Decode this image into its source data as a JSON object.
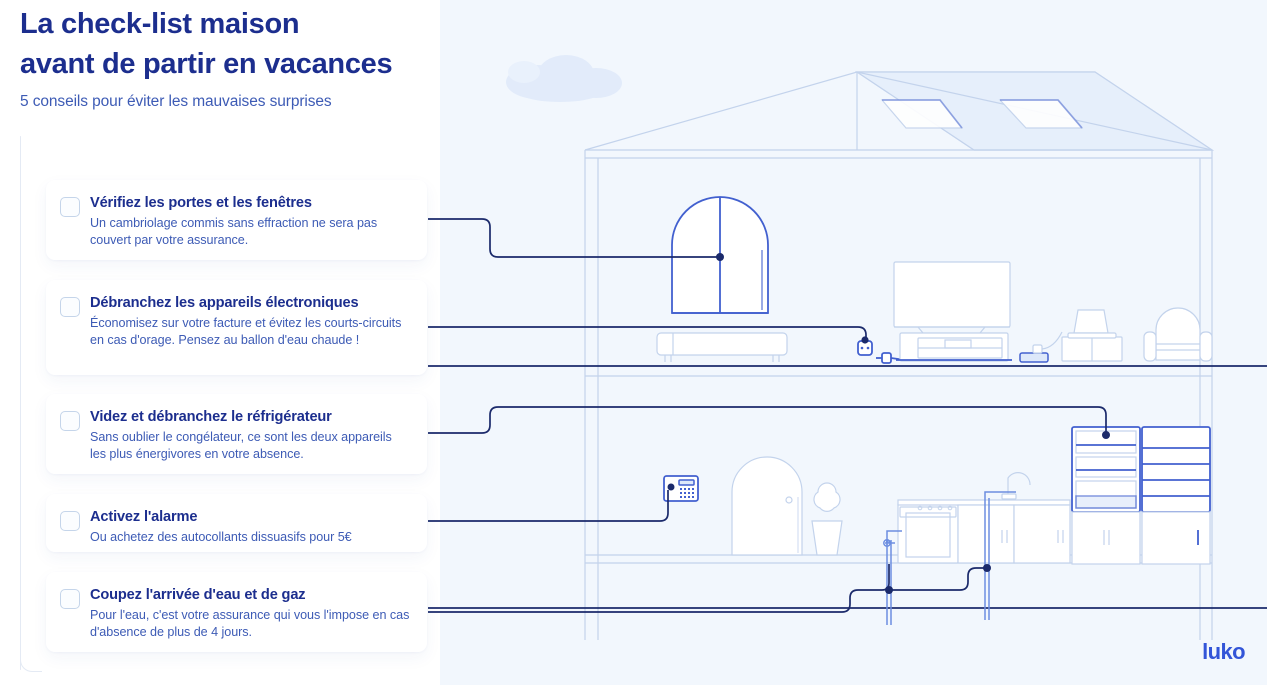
{
  "header": {
    "title_line_1": "La check-list maison",
    "title_line_2": "avant de partir en vacances",
    "subtitle": "5 conseils pour éviter les mauvaises surprises"
  },
  "checklist": {
    "items": [
      {
        "title": "Vérifiez les portes et les fenêtres",
        "description": "Un cambriolage commis sans effraction ne sera pas couvert par votre assurance.",
        "checked": false
      },
      {
        "title": "Débranchez les appareils électroniques",
        "description": "Économisez sur votre facture et évitez les courts-circuits en cas d'orage. Pensez au ballon d'eau chaude !",
        "checked": false
      },
      {
        "title": "Videz et débranchez le réfrigérateur",
        "description": "Sans oublier le congélateur, ce sont les deux appareils les plus énergivores en votre absence.",
        "checked": false
      },
      {
        "title": "Activez l'alarme",
        "description": "Ou achetez des autocollants dissuasifs pour 5€",
        "checked": false
      },
      {
        "title": "Coupez l'arrivée d'eau et de gaz",
        "description": "Pour l'eau, c'est votre assurance qui vous l'impose en cas d'absence de plus de 4 jours.",
        "checked": false
      }
    ]
  },
  "illustration": {
    "scene_label": "house-cutaway-cross-section",
    "elements": [
      "cloud",
      "roof",
      "skylight-left",
      "skylight-right",
      "arched-window",
      "sofa",
      "television",
      "tv-stand",
      "wall-socket",
      "unplugged-plug",
      "power-strip",
      "laptop",
      "desk",
      "armchair",
      "alarm-keypad",
      "front-door",
      "potted-plant",
      "oven",
      "kitchen-sink",
      "kitchen-cabinets",
      "refrigerator",
      "freezer",
      "gas-pipe",
      "gas-valve",
      "water-pipe"
    ]
  },
  "brand": {
    "logo_text": "luko"
  },
  "colors": {
    "navy": "#1c2e8e",
    "blue_text": "#3d5bb5",
    "accent_blue": "#3355d8",
    "line_dark": "#1b2a6b",
    "line_light": "#b9cbe8",
    "panel_bg": "#f2f7fd",
    "card_bg": "#ffffff",
    "checkbox_border": "#c5d5ea"
  }
}
